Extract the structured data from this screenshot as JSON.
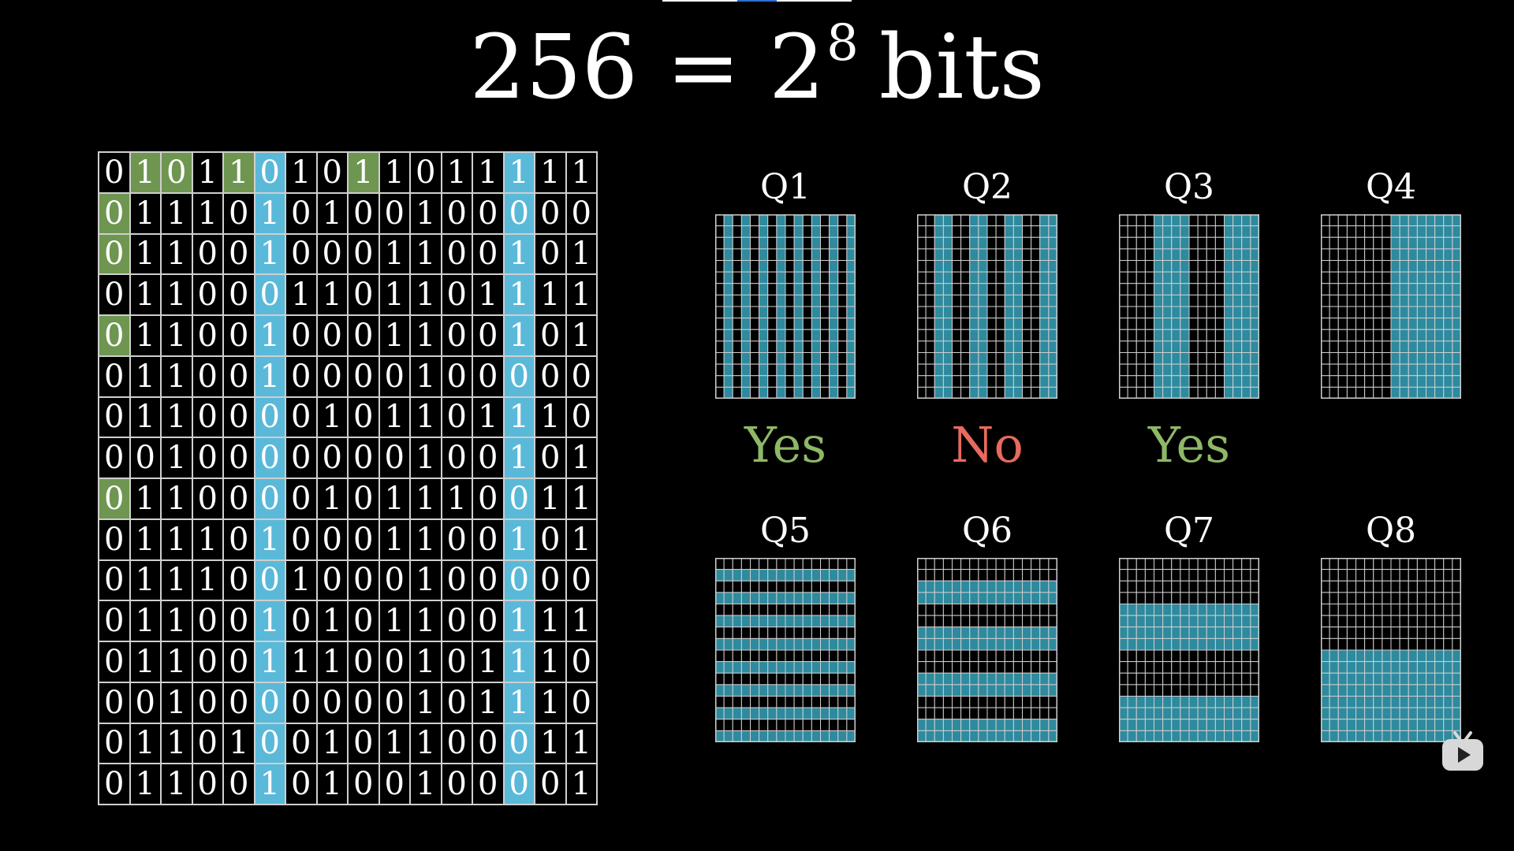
{
  "title": {
    "base": "256",
    "equals": "=",
    "power_base": "2",
    "exponent": "8",
    "unit": "bits"
  },
  "bit_grid": {
    "rows": [
      "0101101011011111",
      "0111010100100000",
      "0110010001100101",
      "0110001101101111",
      "0110010001100101",
      "0110010000100000",
      "0110000101101110",
      "0010000000100101",
      "0110000101110011",
      "0111010001100101",
      "0111001000100000",
      "0110010101100111",
      "0110011100101110",
      "0010000000101110",
      "0110100101100011",
      "0110010100100001"
    ],
    "highlight_green": [
      [
        0,
        1
      ],
      [
        0,
        2
      ],
      [
        0,
        4
      ],
      [
        0,
        8
      ],
      [
        1,
        0
      ],
      [
        2,
        0
      ],
      [
        4,
        0
      ],
      [
        8,
        0
      ]
    ],
    "highlight_cyan_columns": [
      5,
      13
    ],
    "colors": {
      "green": "#6e9650",
      "cyan": "#5ab9d9",
      "grid_line": "#cfcfcf",
      "text": "#ffffff"
    }
  },
  "questions": [
    {
      "label": "Q1",
      "orientation": "columns",
      "period": 1,
      "answer": "Yes",
      "answer_color": "#8fb866"
    },
    {
      "label": "Q2",
      "orientation": "columns",
      "period": 2,
      "answer": "No",
      "answer_color": "#e86a5e"
    },
    {
      "label": "Q3",
      "orientation": "columns",
      "period": 4,
      "answer": "Yes",
      "answer_color": "#8fb866"
    },
    {
      "label": "Q4",
      "orientation": "columns",
      "period": 8,
      "answer": "",
      "answer_color": "#8fb866"
    },
    {
      "label": "Q5",
      "orientation": "rows",
      "period": 1,
      "answer": "",
      "answer_color": "#8fb866"
    },
    {
      "label": "Q6",
      "orientation": "rows",
      "period": 2,
      "answer": "",
      "answer_color": "#8fb866"
    },
    {
      "label": "Q7",
      "orientation": "rows",
      "period": 4,
      "answer": "",
      "answer_color": "#8fb866"
    },
    {
      "label": "Q8",
      "orientation": "rows",
      "period": 8,
      "answer": "",
      "answer_color": "#8fb866"
    }
  ],
  "mini_grid_colors": {
    "fill": "#2e8a9e",
    "line": "#cfcfcf",
    "background": "#000000"
  },
  "player_icon": "tv-play-icon"
}
